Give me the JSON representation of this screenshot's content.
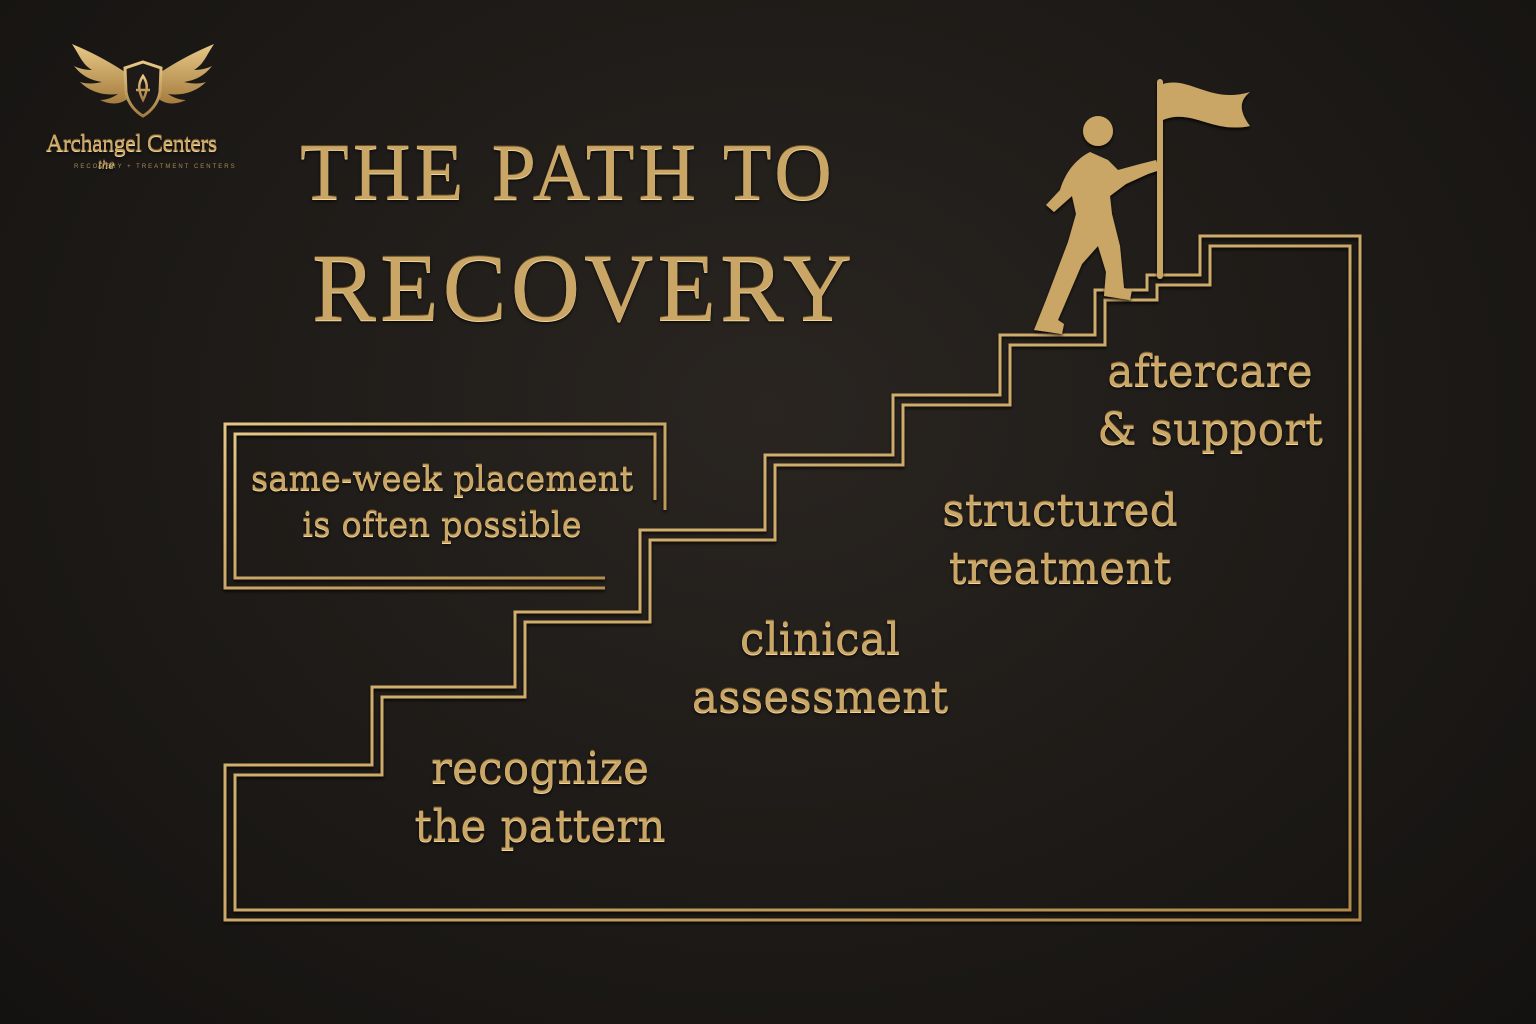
{
  "brand": {
    "prefix": "the",
    "name": "Archangel Centers",
    "tagline": "RECOVERY + TREATMENT CENTERS",
    "logo_icon": "winged-shield-icon"
  },
  "title": {
    "line1": "THE PATH TO",
    "line2": "RECOVERY"
  },
  "note": {
    "line1": "same-week placement",
    "line2": "is often possible"
  },
  "steps": [
    {
      "line1": "recognize",
      "line2": "the pattern"
    },
    {
      "line1": "clinical",
      "line2": "assessment"
    },
    {
      "line1": "structured",
      "line2": "treatment"
    },
    {
      "line1": "aftercare",
      "line2": "& support"
    }
  ],
  "figure_icon": "climbing-person-with-flag-icon",
  "colors": {
    "background": "#1d1a17",
    "gold": "#c9a566"
  }
}
